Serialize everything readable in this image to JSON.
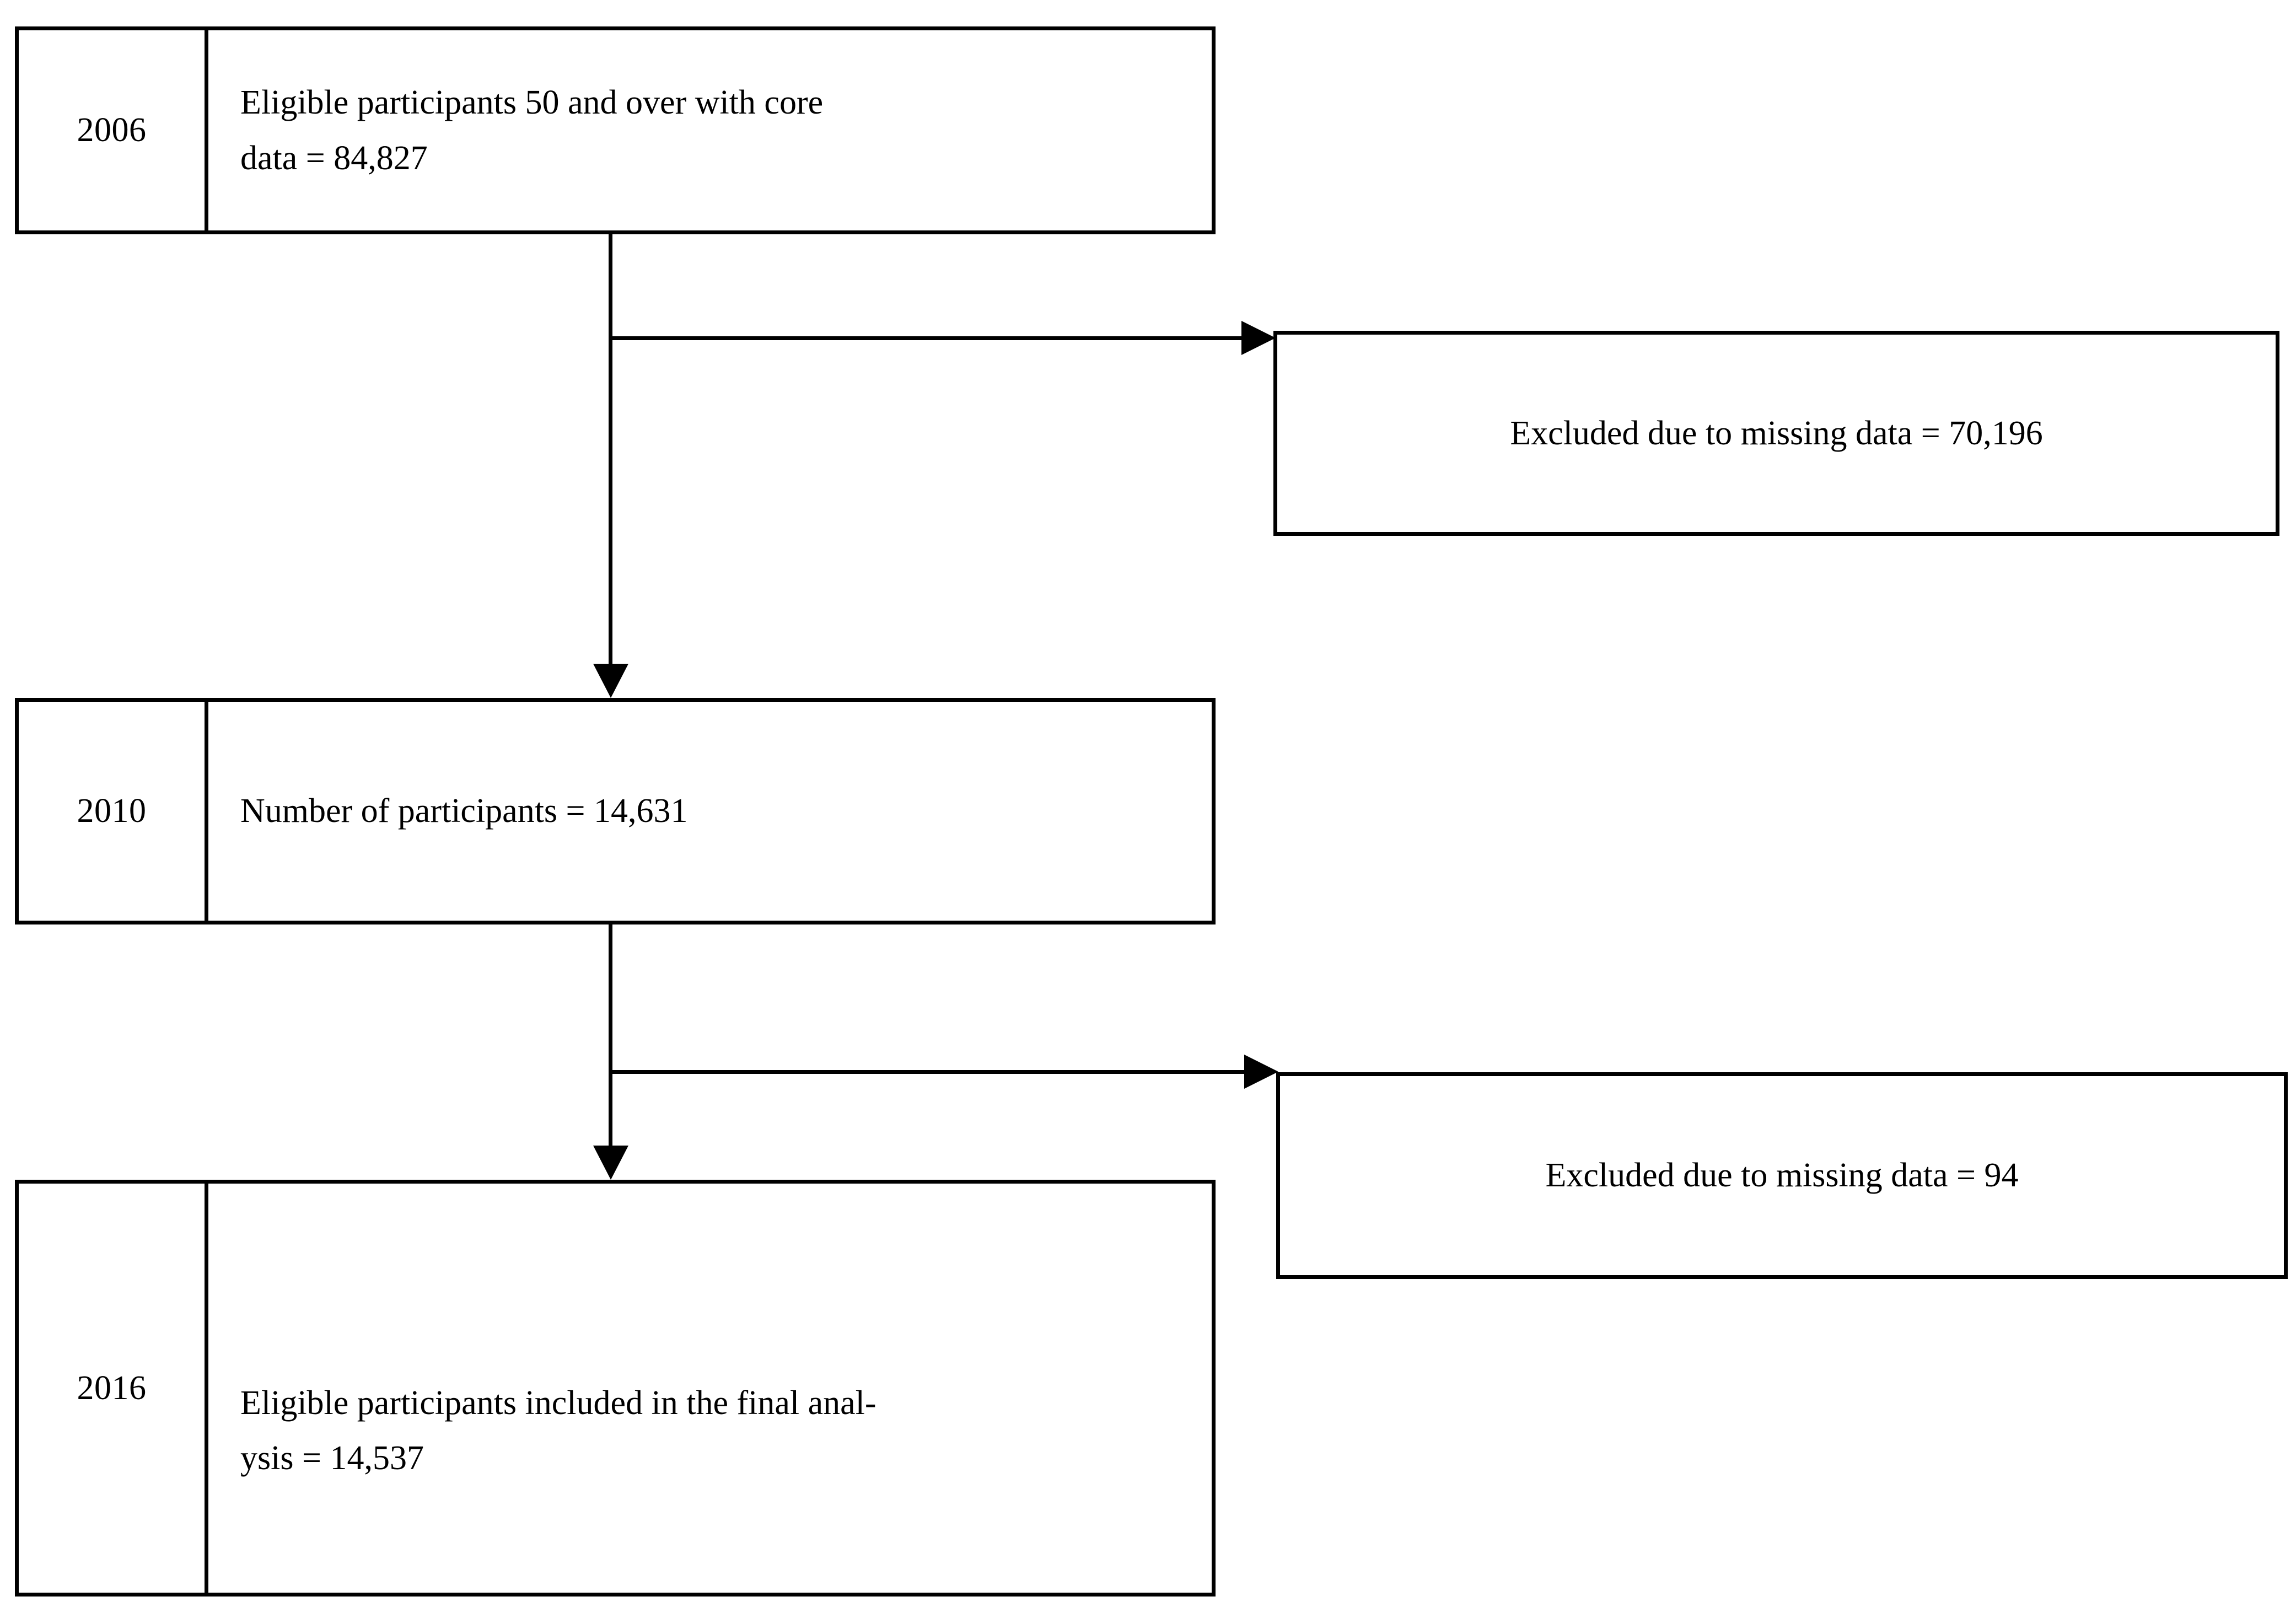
{
  "diagram": {
    "type": "participant-flow-diagram",
    "stages": [
      {
        "id": "stage-2006",
        "year": "2006",
        "text": "Eligible participants 50 and over with core data = 84,827",
        "line1": "Eligible participants 50 and over with core",
        "line2": "data = 84,827",
        "count": "84,827"
      },
      {
        "id": "stage-2010",
        "year": "2010",
        "text": "Number of participants = 14,631",
        "line1": "Number of participants = 14,631",
        "line2": "",
        "count": "14,631"
      },
      {
        "id": "stage-2016",
        "year": "2016",
        "text": "Eligible participants included in the final analysis = 14,537",
        "line1": "Eligible participants included in the final anal-",
        "line2": "ysis = 14,537",
        "count": "14,537"
      }
    ],
    "exclusions": [
      {
        "id": "exclusion-1",
        "text": "Excluded due to missing data = 70,196",
        "count": "70,196"
      },
      {
        "id": "exclusion-2",
        "text": "Excluded due to missing data = 94",
        "count": "94"
      }
    ],
    "colors": {
      "stroke": "#000000",
      "background": "#ffffff",
      "text": "#000000"
    }
  }
}
